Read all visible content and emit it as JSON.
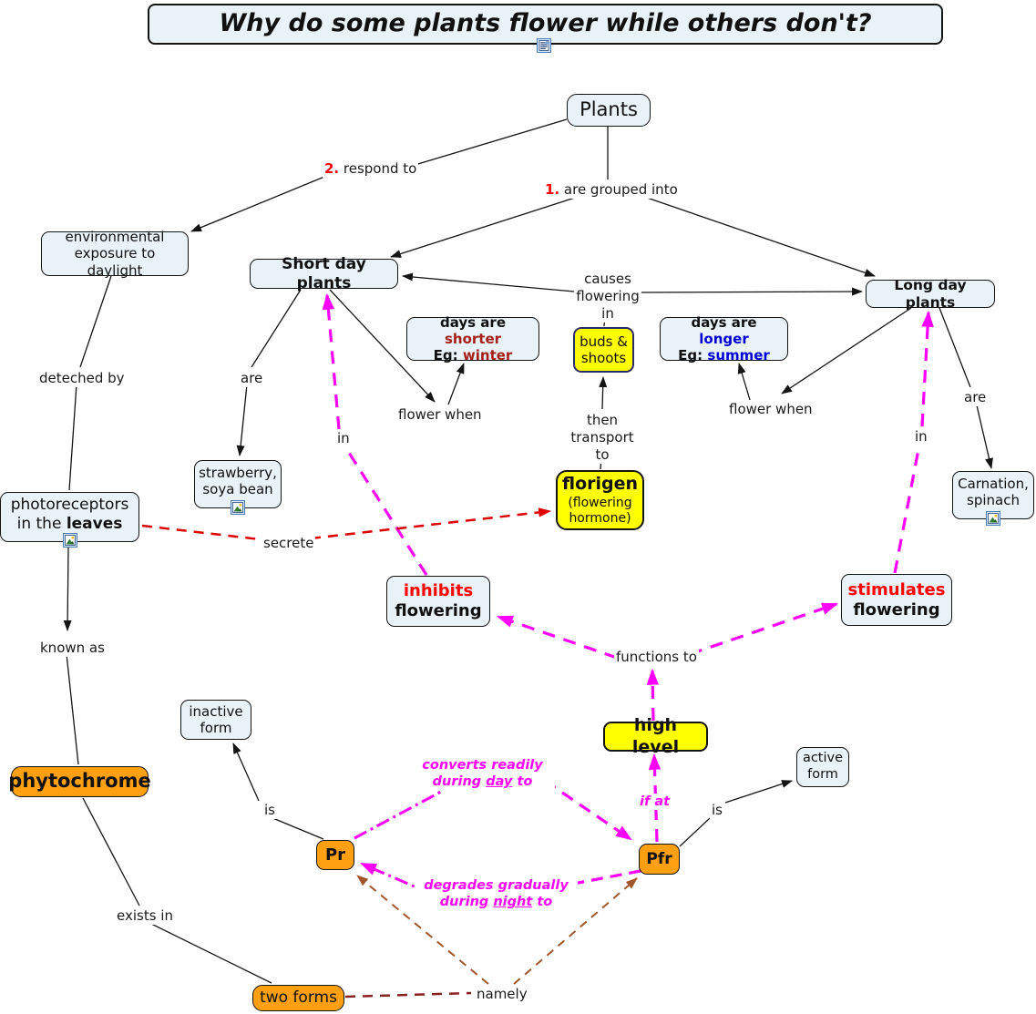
{
  "title": {
    "text": "Why do some plants flower while others don't?"
  },
  "colors": {
    "node_fill": "#E9F2F7",
    "yellow": "#FFFF00",
    "orange": "#FFA013",
    "accent_red": "#FF0000",
    "dark_red": "#A52019",
    "blue": "#0000D6",
    "magenta": "#FF00FF",
    "secrete_red": "#DD0000",
    "maroon": "#8B2222",
    "brown": "#A2562B"
  },
  "icons": {
    "title_resource": "document-image-icon",
    "node_resource": "image-icon"
  },
  "nodes": {
    "plants": {
      "label": "Plants"
    },
    "env_exposure": {
      "line1": "environmental",
      "line2": "exposure to daylight"
    },
    "short_day": {
      "label": "Short day plants"
    },
    "long_day": {
      "label": "Long day plants"
    },
    "days_shorter": {
      "prefix": "days are ",
      "highlight": "shorter",
      "eg_label": "Eg: ",
      "eg_value": "winter"
    },
    "buds_shoots": {
      "line1": "buds &",
      "line2": "shoots"
    },
    "days_longer": {
      "prefix": "days are ",
      "highlight": "longer",
      "eg_label": "Eg: ",
      "eg_value": "summer"
    },
    "strawberry": {
      "line1": "strawberry,",
      "line2": "soya bean"
    },
    "florigen": {
      "title": "florigen",
      "sub1": "(flowering",
      "sub2": "hormone)"
    },
    "carnation": {
      "line1": "Carnation,",
      "line2": "spinach"
    },
    "photoreceptors": {
      "line1": "photoreceptors",
      "line2_prefix": "in the ",
      "line2_bold": "leaves"
    },
    "inhibits": {
      "word1": "inhibits",
      "word2": "flowering"
    },
    "stimulates": {
      "word1": "stimulates",
      "word2": "flowering"
    },
    "inactive_form": {
      "line1": "inactive",
      "line2": "form"
    },
    "high_level": {
      "label": "high level"
    },
    "active_form": {
      "line1": "active",
      "line2": "form"
    },
    "phytochrome": {
      "label": "phytochrome"
    },
    "pr": {
      "label": "Pr"
    },
    "pfr": {
      "label": "Pfr"
    },
    "two_forms": {
      "label": "two forms"
    }
  },
  "links": {
    "respond_to": {
      "num": "2.",
      "text": " respond to"
    },
    "grouped_into": {
      "num": "1.",
      "text": " are grouped into"
    },
    "causes": {
      "line1": "causes",
      "line2": "flowering",
      "line3": "in"
    },
    "deteched_by": "deteched by",
    "are_left": "are",
    "are_right": "are",
    "in_left": "in",
    "in_right": "in",
    "flower_when_left": "flower when",
    "flower_when_right": "flower when",
    "then_transport": {
      "line1": "then",
      "line2": "transport",
      "line3": "to"
    },
    "secrete": "secrete",
    "functions_to": "functions to",
    "known_as": "known as",
    "converts": {
      "line1": "converts readily",
      "pre2": "during ",
      "u2": "day",
      "post2": " to"
    },
    "if_at": "if at",
    "is_left": "is",
    "is_right": "is",
    "degrades": {
      "line1": "degrades gradually",
      "pre2": "during ",
      "u2": "night",
      "post2": " to"
    },
    "exists_in": "exists in",
    "namely": "namely"
  }
}
